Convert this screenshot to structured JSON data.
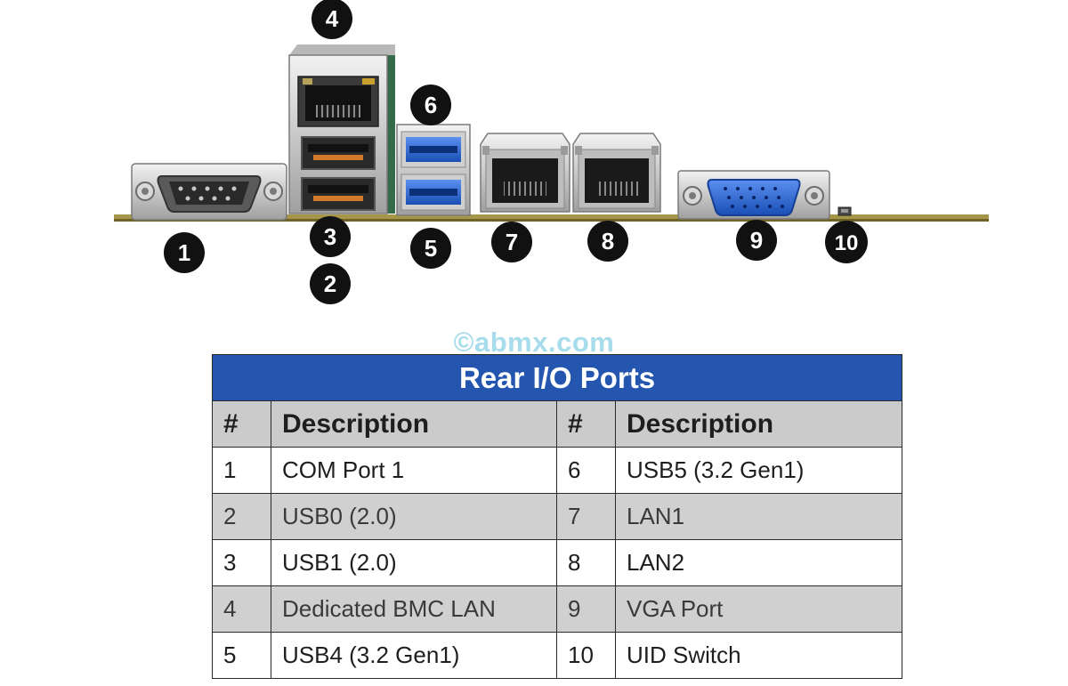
{
  "callouts": [
    "1",
    "2",
    "3",
    "4",
    "5",
    "6",
    "7",
    "8",
    "9",
    "10"
  ],
  "watermark": "©abmx.com",
  "table": {
    "title": "Rear I/O Ports",
    "headers": [
      "#",
      "Description",
      "#",
      "Description"
    ],
    "rows": [
      {
        "num_a": "1",
        "desc_a": "COM Port 1",
        "num_b": "6",
        "desc_b": "USB5 (3.2 Gen1)"
      },
      {
        "num_a": "2",
        "desc_a": "USB0 (2.0)",
        "num_b": "7",
        "desc_b": "LAN1"
      },
      {
        "num_a": "3",
        "desc_a": "USB1 (2.0)",
        "num_b": "8",
        "desc_b": "LAN2"
      },
      {
        "num_a": "4",
        "desc_a": "Dedicated BMC LAN",
        "num_b": "9",
        "desc_b": "VGA Port"
      },
      {
        "num_a": "5",
        "desc_a": "USB4 (3.2 Gen1)",
        "num_b": "10",
        "desc_b": "UID Switch"
      }
    ]
  },
  "colors": {
    "table_title_bg": "#2456b0",
    "header_bg": "#cbcbcb",
    "alt_row_bg": "#d0d0d0",
    "usb3_blue": "#1f5fd0",
    "vga_blue": "#2f6ad6",
    "board_edge": "#9a8b3a",
    "callout_circle": "#111111"
  },
  "icons": [
    "com-port-icon",
    "bmc-lan-icon",
    "usb2-port-icon",
    "usb3-port-icon",
    "rj45-lan-icon",
    "vga-port-icon",
    "uid-switch-icon"
  ]
}
